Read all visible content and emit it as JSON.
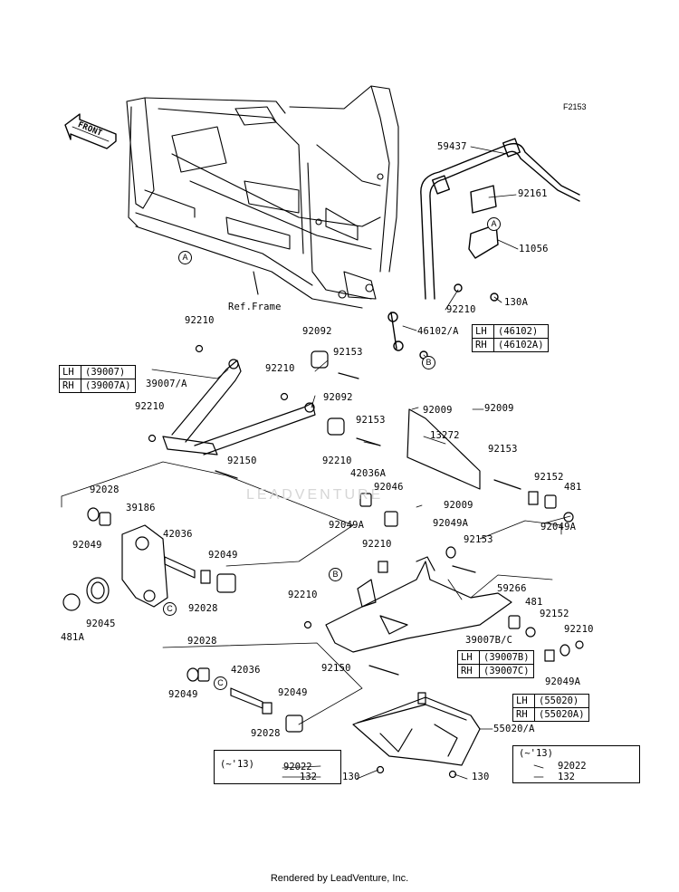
{
  "figure_code": "F2153",
  "ref_frame": "Ref.Frame",
  "front_label": "FRONT",
  "watermark": "LEADVENTURE",
  "footer": "Rendered by LeadVenture, Inc.",
  "circle_refs": {
    "a": "A",
    "b": "B",
    "c": "C"
  },
  "labels": {
    "l59437": "59437",
    "l92161": "92161",
    "l11056": "11056",
    "l130A": "130A",
    "l92210_a": "92210",
    "l46102A": "46102/A",
    "l92210_b": "92210",
    "l92092_a": "92092",
    "l92153_a": "92153",
    "l39007A": "39007/A",
    "l92210_c": "92210",
    "l92092_b": "92092",
    "l92210_d": "92210",
    "l92153_b": "92153",
    "l92009_a": "92009",
    "l13272": "13272",
    "l92009_b": "92009",
    "l92153_c": "92153",
    "l92150_a": "92150",
    "l92210_e": "92210",
    "l42036A": "42036A",
    "l92046": "92046",
    "l92009_c": "92009",
    "l92152_a": "92152",
    "l481_a": "481",
    "l92028_a": "92028",
    "l39186": "39186",
    "l92049A_a": "92049A",
    "l92049A_b": "92049A",
    "l92049A_c": "92049A",
    "l92049_a": "92049",
    "l42036_a": "42036",
    "l92210_f": "92210",
    "l92153_d": "92153",
    "l92049_b": "92049",
    "l92028_b": "92028",
    "l59266": "59266",
    "l92045": "92045",
    "l481A": "481A",
    "l92210_g": "92210",
    "l481_b": "481",
    "l92152_b": "92152",
    "l92210_h": "92210",
    "l39007BC": "39007B/C",
    "l92150_b": "92150",
    "l92049A_d": "92049A",
    "l92028_c": "92028",
    "l92049_c": "92049",
    "l42036_b": "42036",
    "l92049_d": "92049",
    "l92028_d": "92028",
    "l55020A": "55020/A",
    "l130_a": "130",
    "l130_b": "130"
  },
  "lr_boxes": {
    "stab_link": {
      "lh_side": "LH",
      "lh_part": "(46102)",
      "rh_side": "RH",
      "rh_part": "(46102A)"
    },
    "upper_arm": {
      "lh_side": "LH",
      "lh_part": "(39007)",
      "rh_side": "RH",
      "rh_part": "(39007A)"
    },
    "lower_arm": {
      "lh_side": "LH",
      "lh_part": "(39007B)",
      "rh_side": "RH",
      "rh_part": "(39007C)"
    },
    "guard": {
      "lh_side": "LH",
      "lh_part": "(55020)",
      "rh_side": "RH",
      "rh_part": "(55020A)"
    }
  },
  "year_boxes": {
    "left": {
      "year": "(~'13)",
      "part1": "92022",
      "part2": "132"
    },
    "right": {
      "year": "(~'13)",
      "part1": "92022",
      "part2": "132"
    }
  }
}
